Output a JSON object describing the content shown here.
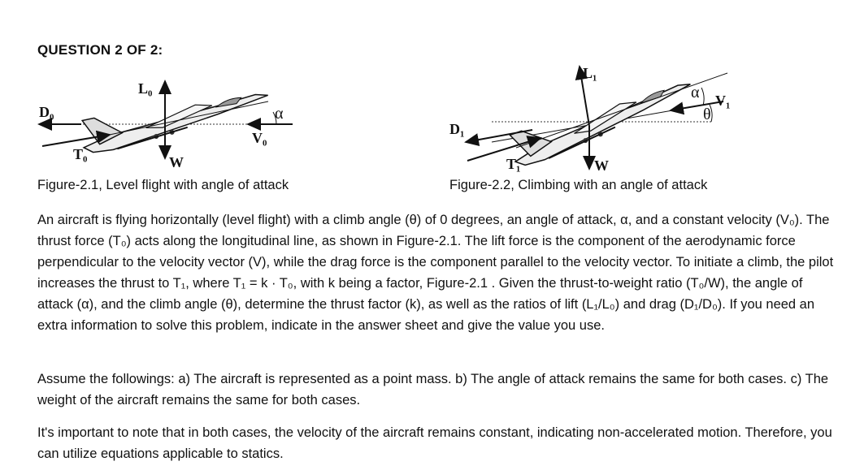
{
  "heading": "QUESTION 2 OF 2:",
  "figure1": {
    "caption": "Figure-2.1, Level flight with angle of attack",
    "labels": {
      "drag": "D₀",
      "lift": "L₀",
      "thrust": "T₀",
      "weight": "W",
      "velocity": "V₀",
      "alpha": "α"
    }
  },
  "figure2": {
    "caption": "Figure-2.2, Climbing with an angle of attack",
    "labels": {
      "drag": "D₁",
      "lift": "L₁",
      "thrust": "T₁",
      "weight": "W",
      "velocity": "V₁",
      "alpha": "α",
      "theta": "θ"
    }
  },
  "paragraphs": [
    "An aircraft is flying horizontally (level flight) with a climb angle (θ) of 0 degrees, an angle of attack, α, and a constant velocity (V₀). The thrust force (T₀) acts along the longitudinal line, as shown in Figure-2.1. The lift force is the component of the aerodynamic force perpendicular to the velocity vector (V), while the drag force is the component parallel to the velocity vector. To initiate a climb, the pilot increases the thrust to T₁, where T₁ = k · T₀, with k being a factor, Figure-2.1 . Given the thrust-to-weight ratio (T₀/W), the angle of attack (α), and the climb angle (θ), determine the thrust factor (k), as well as the ratios of lift (L₁/L₀) and drag (D₁/D₀). If you need an extra information to solve this problem, indicate in the answer sheet and give the value you use.",
    "Assume the followings: a) The aircraft is represented as a point mass. b) The angle of attack remains the same for both cases. c) The weight of the aircraft remains the same for both cases.",
    "It's important to note that in both cases, the velocity of the aircraft remains constant, indicating non-accelerated motion. Therefore, you can utilize equations applicable to statics."
  ]
}
